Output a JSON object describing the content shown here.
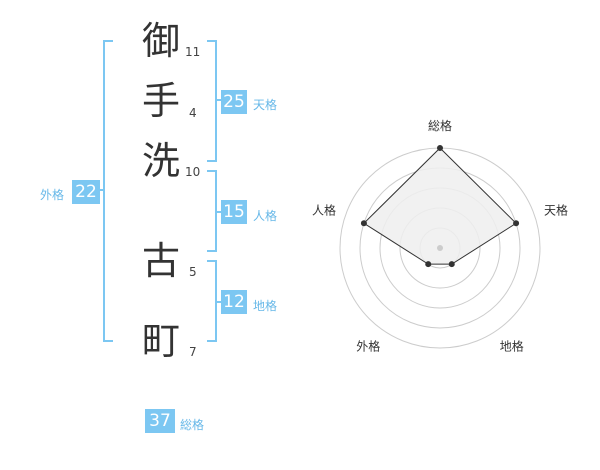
{
  "name": {
    "chars": [
      {
        "char": "御",
        "strokes": "11"
      },
      {
        "char": "手",
        "strokes": "4"
      },
      {
        "char": "洗",
        "strokes": "10"
      },
      {
        "char": "古",
        "strokes": "5"
      },
      {
        "char": "町",
        "strokes": "7"
      }
    ]
  },
  "scores": {
    "tenkaku": {
      "value": "25",
      "label": "天格"
    },
    "jinkaku": {
      "value": "15",
      "label": "人格"
    },
    "chikaku": {
      "value": "12",
      "label": "地格"
    },
    "gaikaku": {
      "value": "22",
      "label": "外格"
    },
    "soukaku": {
      "value": "37",
      "label": "総格"
    }
  },
  "chart_data": {
    "type": "radar",
    "axes": [
      "総格",
      "天格",
      "地格",
      "外格",
      "人格"
    ],
    "values": [
      5,
      4,
      1,
      1,
      4
    ],
    "range": [
      0,
      5
    ],
    "grid_rings": 5,
    "colors": {
      "fill": "#eeeeee",
      "stroke": "#333333",
      "grid": "#cccccc",
      "center": "#cccccc"
    }
  },
  "colors": {
    "accent": "#7cc7f2",
    "label": "#67b8e8"
  }
}
